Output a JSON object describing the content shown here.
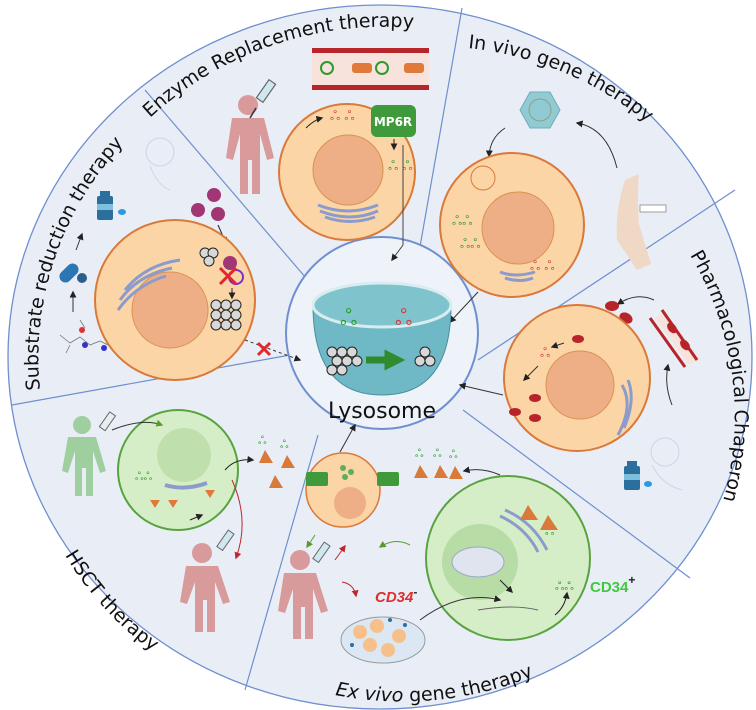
{
  "figure": {
    "center_label": "Lysosome",
    "segments": [
      {
        "id": "enzyme-replacement",
        "label": "Enzyme Replacement therapy",
        "italic_prefix": ""
      },
      {
        "id": "in-vivo-gene",
        "label": "In vivo gene therapy",
        "italic_prefix": ""
      },
      {
        "id": "pharmacological-chaperon",
        "label": "Pharmacological Chaperon",
        "italic_prefix": ""
      },
      {
        "id": "ex-vivo-gene",
        "label": "gene therapy",
        "italic_prefix": "Ex vivo "
      },
      {
        "id": "hsct",
        "label": "HSCT therapy",
        "italic_prefix": ""
      },
      {
        "id": "substrate-reduction",
        "label": "Substrate reduction therapy",
        "italic_prefix": ""
      }
    ],
    "receptor_label": "MP6R",
    "cd34_negative": "CD34",
    "cd34_negative_sup": "-",
    "cd34_positive": "CD34",
    "cd34_positive_sup": "+"
  },
  "colors": {
    "background": "#e9eef6",
    "ring_stroke": "#6f8fcf",
    "cell_fill": "#fbd5a6",
    "cell_stroke": "#d9793a",
    "nucleus_fill": "#eeae86",
    "stem_cell_fill": "#d6eec8",
    "stem_cell_stroke": "#58a23f",
    "stem_nucleus_fill": "#b8dca6",
    "golgi": "#8b9bcc",
    "enzyme_green": "#2e9a2e",
    "substrate_red": "#d6393a",
    "receptor_green": "#3f9a3c",
    "lysosome_fill": "#6fb9c6",
    "lysosome_inner": "#8fcdd6",
    "human_red": "#d89a9a",
    "human_green": "#9fcf9f",
    "drug_blue": "#2b76b5",
    "substrate_purple": "#a23574",
    "blood_red": "#b7252a",
    "cross_red": "#e3262b",
    "cd34_neg": "#e02d2d",
    "cd34_pos": "#3fc93f"
  }
}
